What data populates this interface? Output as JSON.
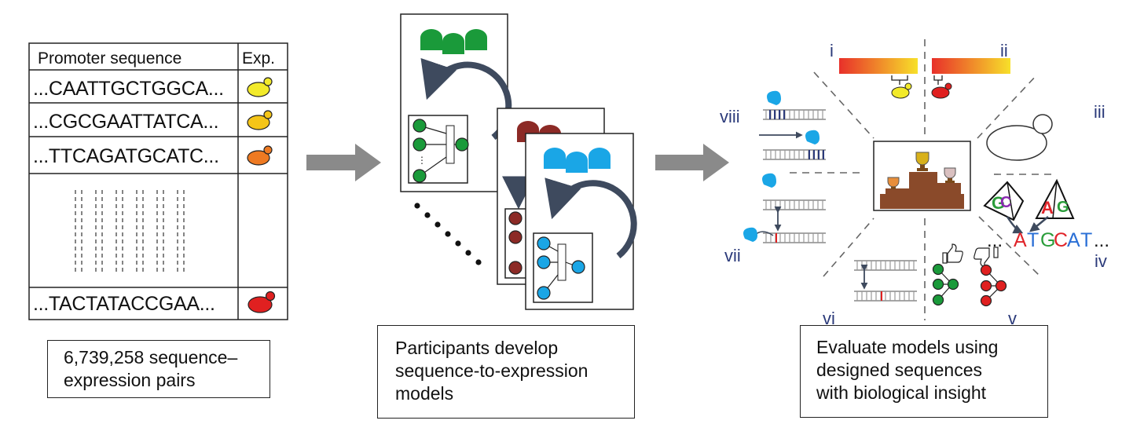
{
  "table": {
    "header_sequence": "Promoter sequence",
    "header_expression": "Exp.",
    "rows": [
      {
        "sequence": "...CAATTGCTGGCA...",
        "color": "#f2ea2a"
      },
      {
        "sequence": "...CGCGAATTATCA...",
        "color": "#f5c518"
      },
      {
        "sequence": "...TTCAGATGCATC...",
        "color": "#ee7a22"
      },
      {
        "sequence": "...TACTATACCGAA...",
        "color": "#e02020"
      }
    ]
  },
  "captions": {
    "pairs_line1": "6,739,258 sequence–",
    "pairs_line2": "expression pairs",
    "develop_line1": "Participants develop",
    "develop_line2": "sequence-to-expression",
    "develop_line3": "models",
    "evaluate_line1": "Evaluate models using",
    "evaluate_line2": "designed sequences",
    "evaluate_line3": "with biological insight"
  },
  "sections": [
    "i",
    "ii",
    "iii",
    "iv",
    "v",
    "vi",
    "vii",
    "viii"
  ],
  "dna": {
    "prefix": "...",
    "letters": [
      {
        "char": "A",
        "color": "#e0242a"
      },
      {
        "char": "T",
        "color": "#2a6fd6"
      },
      {
        "char": "G",
        "color": "#2a9d3a"
      },
      {
        "char": "C",
        "color": "#e0242a"
      },
      {
        "char": "A",
        "color": "#2a6fd6"
      },
      {
        "char": "T",
        "color": "#2a6fd6"
      }
    ],
    "suffix": "...",
    "pyramid1_letters": [
      "G",
      "C"
    ],
    "pyramid2_letters": [
      "A",
      "G"
    ]
  },
  "colors": {
    "model_green": "#1a9a3a",
    "model_darkred": "#8c2a26",
    "model_blue": "#1aa6e6",
    "cycle_arrow": "#3e4a5e",
    "big_arrow": "#8a8a8a",
    "podium": "#8a4a2a",
    "yeast_blue": "#1aa6e6",
    "gradient_start": "#e8302a",
    "gradient_end": "#f7e02a"
  }
}
